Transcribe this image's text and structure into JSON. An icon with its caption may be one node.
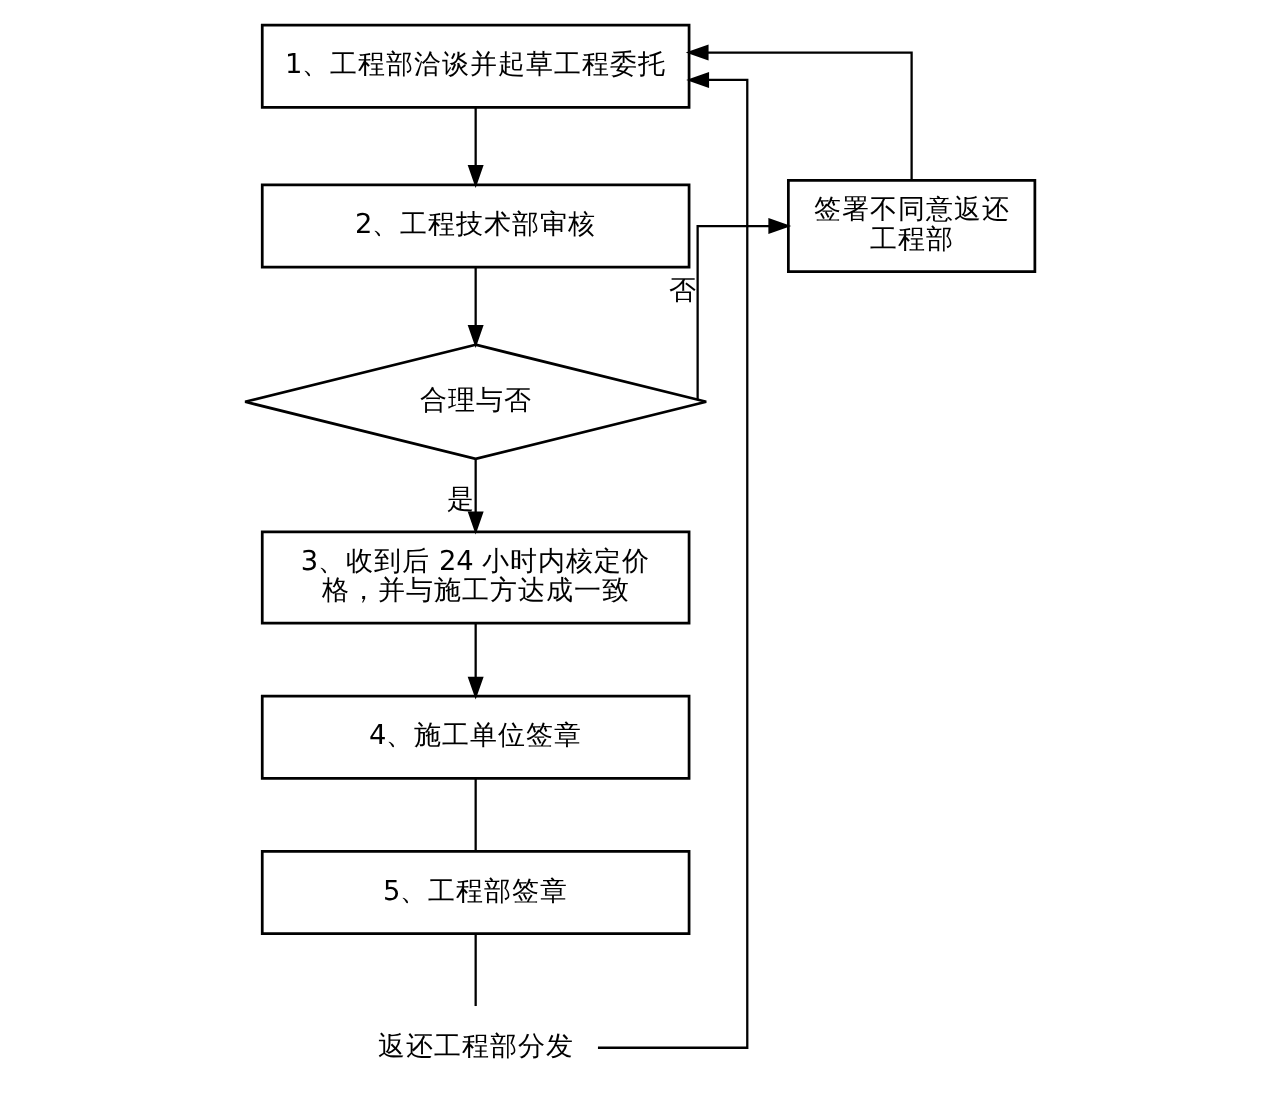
{
  "diagram": {
    "nodes": [
      {
        "text": [
          "1、工程部洽谈并起草工程委托"
        ]
      },
      {
        "text": [
          "2、工程技术部审核"
        ]
      },
      {
        "text": [
          "签署不同意返还工程部"
        ]
      },
      {
        "text": [
          "合理与否"
        ]
      },
      {
        "text": [
          "3、收到后 24 小时内核定价格，并与施工方达成一致"
        ]
      },
      {
        "text": [
          "4、施工单位签章"
        ]
      },
      {
        "text": [
          "5、工程部签章"
        ]
      },
      {
        "text": [
          "返还工程部分发"
        ]
      }
    ],
    "edges": [
      {
        "from": 0,
        "to": 1,
        "arrow": "to"
      },
      {
        "from": 1,
        "to": 3,
        "arrow": "to"
      },
      {
        "from": 3,
        "to": 2,
        "arrow": "to",
        "label": "否"
      },
      {
        "from": 2,
        "to": 0,
        "arrow": "to"
      },
      {
        "from": 3,
        "to": 4,
        "arrow": "to",
        "label": "是"
      },
      {
        "from": 4,
        "to": 5,
        "arrow": "to"
      },
      {
        "from": 5,
        "to": 6,
        "arrow": "none"
      },
      {
        "from": 6,
        "to": 7,
        "arrow": "none"
      },
      {
        "from": 7,
        "to": 0,
        "arrow": "to"
      }
    ]
  }
}
